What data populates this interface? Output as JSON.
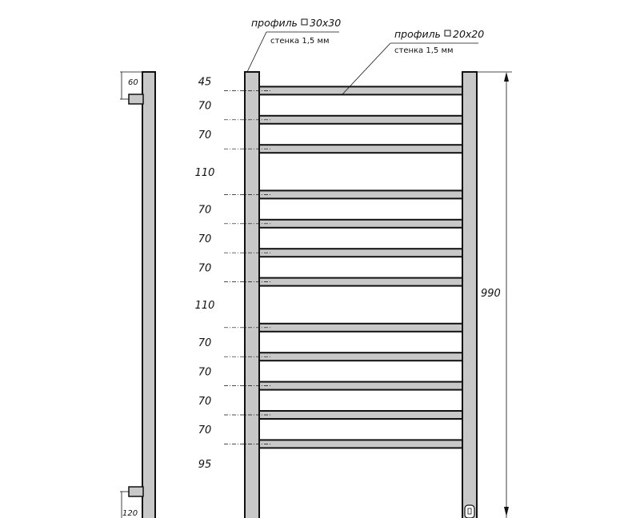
{
  "profile_main": {
    "label": "профиль",
    "size": "30x30",
    "wall": "стенка 1,5 мм"
  },
  "profile_rung": {
    "label": "профиль",
    "size": "20x20",
    "wall": "стенка 1,5 мм"
  },
  "side_view": {
    "top_offset": "60",
    "bottom_offset": "120"
  },
  "spacings": [
    "45",
    "70",
    "70",
    "110",
    "70",
    "70",
    "70",
    "110",
    "70",
    "70",
    "70",
    "70",
    "95"
  ],
  "total_height": "990",
  "colors": {
    "line": "#111111",
    "fill": "#c8c8c8"
  }
}
